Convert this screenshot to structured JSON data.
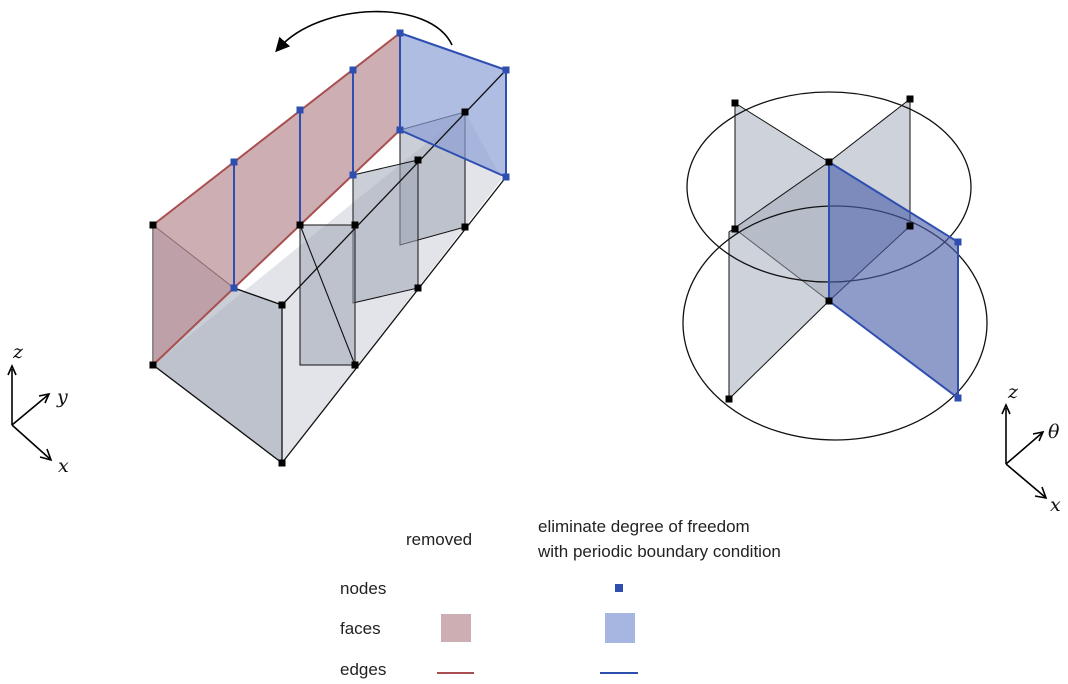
{
  "colors": {
    "removed_face": "#b98f95",
    "removed_edge": "#a8504f",
    "periodic_face": "#8a9dd6",
    "periodic_edge": "#2f4fb0",
    "gray_face": "#9ea5b5",
    "node_black": "#000000"
  },
  "legend": {
    "col_removed": "removed",
    "col_periodic_line1": "eliminate degree of freedom",
    "col_periodic_line2": "with periodic boundary condition",
    "row_nodes": "nodes",
    "row_faces": "faces",
    "row_edges": "edges"
  },
  "left_axes": {
    "z": "z",
    "y": "y",
    "x": "x"
  },
  "right_axes": {
    "z": "z",
    "theta": "θ",
    "x": "x"
  },
  "icons": {
    "rotation_arrow": "curved-arrow-icon"
  }
}
